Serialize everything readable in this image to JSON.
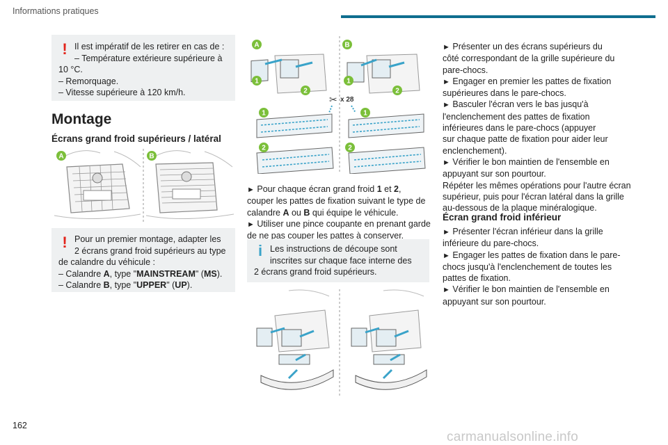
{
  "header": {
    "title": "Informations pratiques",
    "accent_color": "#0f6e8f"
  },
  "page_number": "162",
  "watermark": "carmanualsonline.info",
  "left_column": {
    "warning_top": {
      "icon": "exclamation-icon",
      "lines": [
        "Il est impératif de les retirer en cas de :",
        "–  Température extérieure supérieure à",
        "10 °C.",
        "–  Remorquage.",
        "–  Vitesse supérieure à 120 km/h."
      ]
    },
    "heading": "Montage",
    "subheading": "Écrans grand froid supérieurs / latéral",
    "figure_labels": [
      "A",
      "B"
    ],
    "warning_bottom": {
      "icon": "exclamation-icon",
      "line1": "Pour un premier montage, adapter les",
      "line2": "2 écrans grand froid supérieurs au type",
      "line3": "de calandre du véhicule :",
      "item_a": {
        "prefix": "–  Calandre ",
        "letter": "A",
        "mid": ", type \"",
        "type": "MAINSTREAM",
        "mid2": "\" (",
        "abbr": "MS",
        "suffix": ")."
      },
      "item_b": {
        "prefix": "–  Calandre ",
        "letter": "B",
        "mid": ", type \"",
        "type": "UPPER",
        "mid2": "\" (",
        "abbr": "UP",
        "suffix": ")."
      }
    }
  },
  "middle_column": {
    "figure_labels": [
      "A",
      "B"
    ],
    "figure_numbers": [
      "1",
      "2"
    ],
    "cut_count": "x 28",
    "para": {
      "p1_pre": "Pour chaque écran grand froid ",
      "p1_n1": "1",
      "p1_mid": " et ",
      "p1_n2": "2",
      "p1_post": ",",
      "p2": "couper les pattes de fixation suivant le type de",
      "p3_pre": "calandre ",
      "p3_a": "A",
      "p3_mid": " ou ",
      "p3_b": "B",
      "p3_post": " qui équipe le véhicule.",
      "p4": "Utiliser une pince coupante en prenant garde",
      "p5": "de ne pas couper les pattes à conserver."
    },
    "info": {
      "icon": "info-icon",
      "lines": [
        "Les instructions de découpe sont",
        "inscrites sur chaque face interne des",
        "2 écrans grand froid supérieurs."
      ]
    }
  },
  "right_column": {
    "steps_top": [
      "Présenter un des écrans supérieurs du",
      "côté correspondant de la grille supérieure du",
      "pare-chocs.",
      "Engager en premier les pattes de fixation",
      "supérieures dans le pare-chocs.",
      "Basculer l'écran vers le bas jusqu'à",
      "l'enclenchement des pattes de fixation",
      "inférieures dans le pare-chocs (appuyer",
      "sur chaque patte de fixation pour aider leur",
      "enclenchement).",
      "Vérifier le bon maintien de l'ensemble en",
      "appuyant sur son pourtour.",
      "Répéter les mêmes opérations pour l'autre écran",
      "supérieur, puis pour l'écran latéral dans la grille",
      "au-dessous de la plaque minéralogique."
    ],
    "subheading": "Écran grand froid inférieur",
    "steps_bottom": [
      "Présenter l'écran inférieur dans la grille",
      "inférieure du pare-chocs.",
      "Engager les pattes de fixation dans le pare-",
      "chocs jusqu'à l'enclenchement de toutes les",
      "pattes de fixation.",
      "Vérifier le bon maintien de l'ensemble en",
      "appuyant sur son pourtour."
    ],
    "arrow_glyph": "►"
  }
}
